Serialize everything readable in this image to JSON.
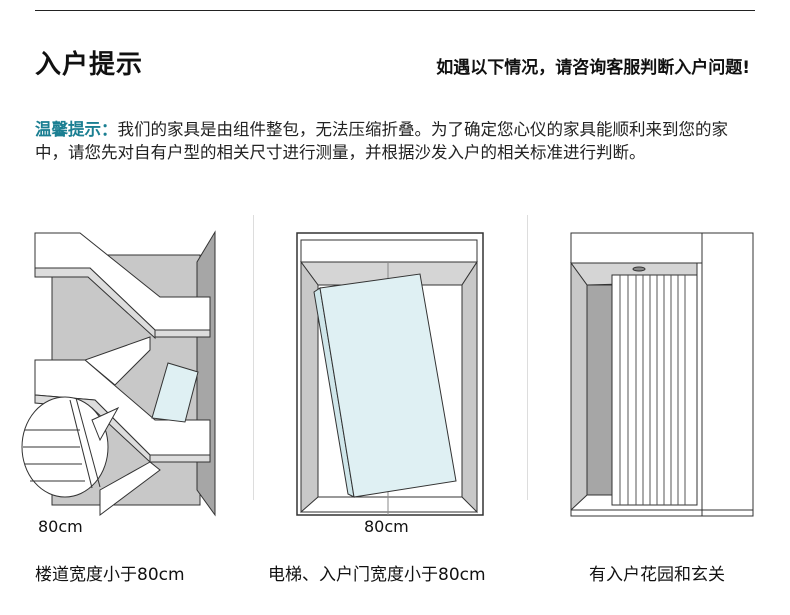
{
  "header": {
    "title": "入户提示",
    "subtitle": "如遇以下情况，请咨询客服判断入户问题!"
  },
  "notice": {
    "label": "温馨提示：",
    "text": "我们的家具是由组件整包，无法压缩折叠。为了确定您心仪的家具能顺利来到您的家中，请您先对自有户型的相关尺寸进行测量，并根据沙发入户的相关标准进行判断。"
  },
  "cases": [
    {
      "dimension": "80cm",
      "caption": "楼道宽度小于80cm",
      "icon": "stairway-illustration"
    },
    {
      "dimension": "80cm",
      "caption": "电梯、入户门宽度小于80cm",
      "icon": "elevator-door-illustration"
    },
    {
      "caption": "有入户花园和玄关",
      "icon": "entrance-garden-illustration"
    }
  ],
  "colors": {
    "accent": "#1b7f92",
    "wall": "#c8c8c8",
    "wall_dark": "#a6a6a6",
    "panel": "#dff0f3"
  }
}
